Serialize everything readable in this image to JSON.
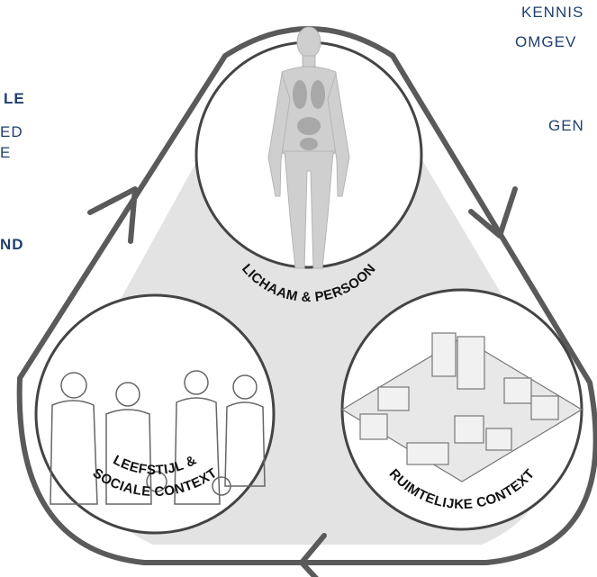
{
  "left_text": {
    "line1": "LE",
    "line2": "ED",
    "line3": "E",
    "line4": "ND"
  },
  "right_text": {
    "line1": "KENNIS",
    "line2": "OMGEV",
    "line3": "GEN"
  },
  "circles": {
    "top_label": "LICHAAM & PERSOON",
    "left_label_1": "LEEFSTIJL &",
    "left_label_2": "SOCIALE CONTEXT",
    "right_label": "RUIMTELIJKE CONTEXT"
  },
  "colors": {
    "triangle_fill": "#e3e3e3",
    "outline": "#5a5a5a",
    "text_blue": "#1f3f6e"
  }
}
